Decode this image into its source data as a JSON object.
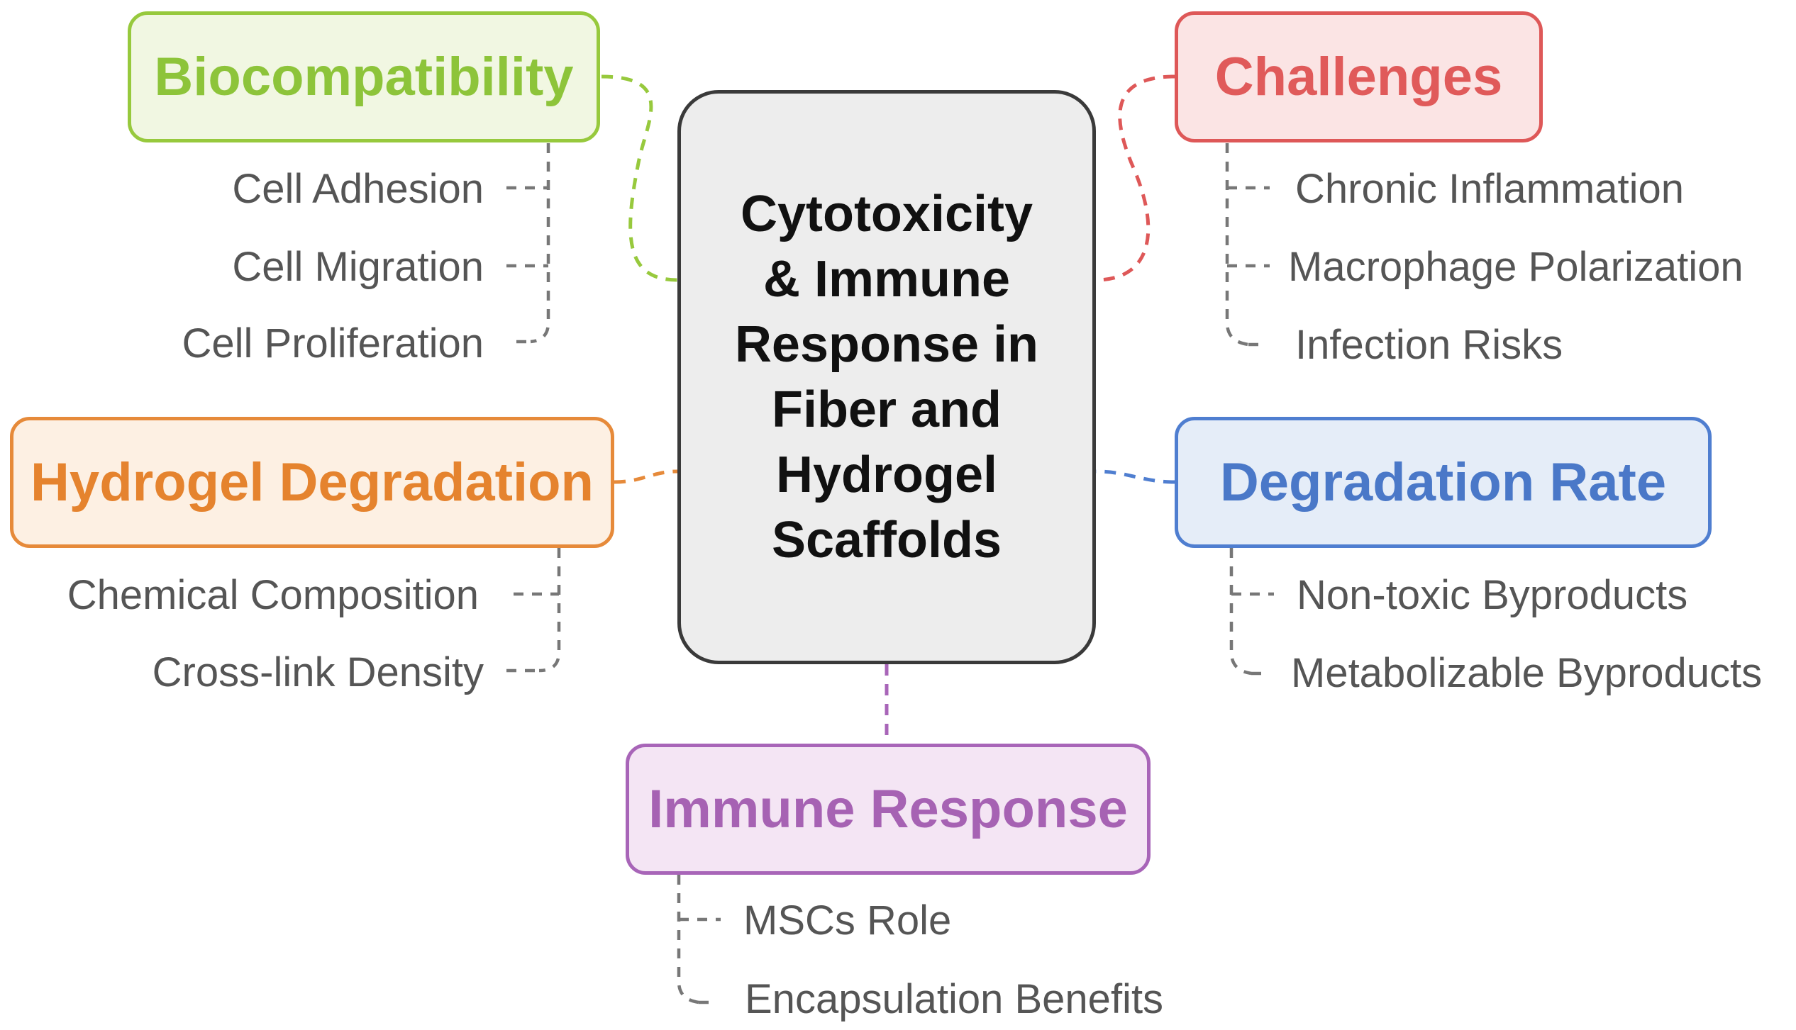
{
  "center": {
    "title_lines": [
      "Cytotoxicity",
      "& Immune",
      "Response in",
      "Fiber and",
      "Hydrogel",
      "Scaffolds"
    ]
  },
  "categories": {
    "biocompatibility": {
      "title": "Biocompatibility",
      "color": "#8dc43a",
      "items": [
        "Cell Adhesion",
        "Cell Migration",
        "Cell Proliferation"
      ]
    },
    "challenges": {
      "title": "Challenges",
      "color": "#e05a5a",
      "items": [
        "Chronic Inflammation",
        "Macrophage Polarization",
        "Infection Risks"
      ]
    },
    "hydrogel_degradation": {
      "title": "Hydrogel Degradation",
      "color": "#e5832e",
      "items": [
        "Chemical Composition",
        "Cross-link Density"
      ]
    },
    "degradation_rate": {
      "title": "Degradation Rate",
      "color": "#4a78c8",
      "items": [
        "Non-toxic Byproducts",
        "Metabolizable Byproducts"
      ]
    },
    "immune_response": {
      "title": "Immune Response",
      "color": "#a662b3",
      "items": [
        "MSCs Role",
        "Encapsulation Benefits"
      ]
    }
  }
}
